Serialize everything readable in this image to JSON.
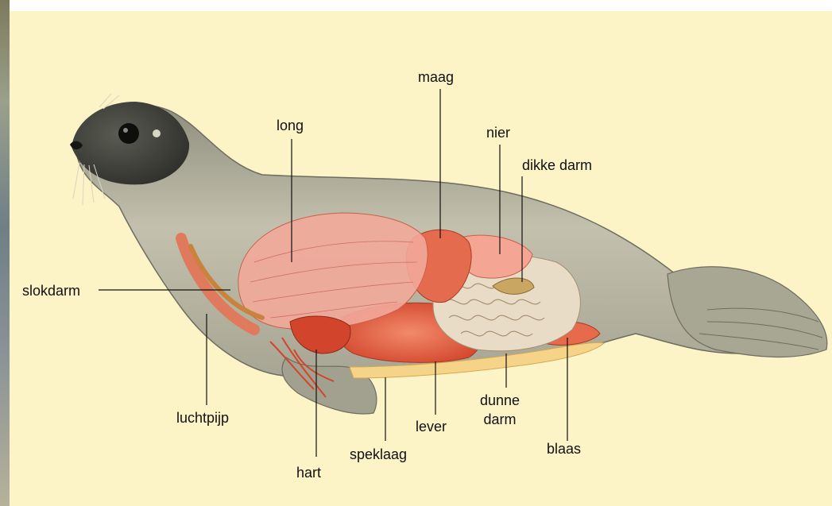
{
  "labels": {
    "maag": "maag",
    "long": "long",
    "nier": "nier",
    "dikke_darm": "dikke darm",
    "slokdarm": "slokdarm",
    "luchtpijp": "luchtpijp",
    "hart": "hart",
    "speklaag": "speklaag",
    "lever": "lever",
    "dunne_darm": "dunne\ndarm",
    "blaas": "blaas"
  },
  "colors": {
    "background": "#fcf3c6",
    "seal_body": "#b9b7a2",
    "seal_dark": "#3f403a",
    "organ_red": "#e05a3f",
    "lung_pink": "#f0a090",
    "blubber": "#f5d48a",
    "intestine": "#e9dcc7"
  }
}
